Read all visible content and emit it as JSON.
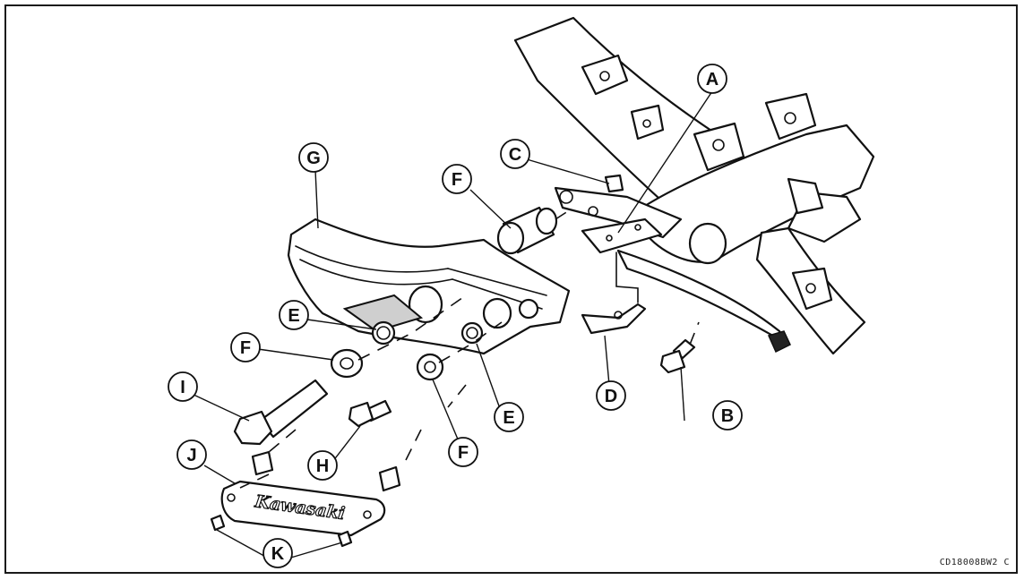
{
  "figure_code": "CD18008BW2 C",
  "logo_text": "Kawasaki",
  "callouts": {
    "A": "A",
    "B": "B",
    "C": "C",
    "D": "D",
    "E1": "E",
    "E2": "E",
    "F1": "F",
    "F2": "F",
    "F3": "F",
    "G": "G",
    "H": "H",
    "I": "I",
    "J": "J",
    "K": "K"
  }
}
